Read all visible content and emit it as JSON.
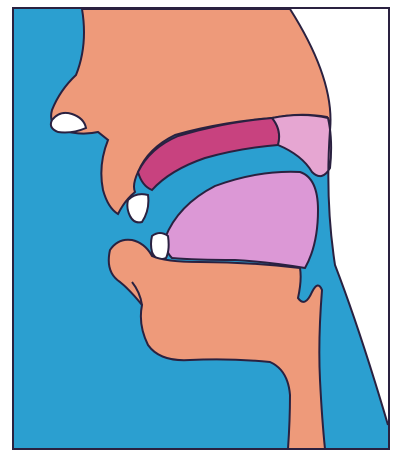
{
  "diagram": {
    "colors": {
      "background": "#ffffff",
      "airway_blue": "#2b9fd0",
      "skin": "#ee9a7a",
      "palate_magenta": "#c8427f",
      "velum_lilac": "#e6a6d2",
      "tongue_lilac": "#dc98d6",
      "teeth": "#ffffff",
      "outline": "#2a2140"
    },
    "parts": [
      "nose",
      "upper-lip",
      "hard-palate",
      "soft-palate",
      "upper-teeth",
      "lower-teeth",
      "tongue",
      "lower-lip",
      "chin",
      "throat",
      "pharynx",
      "oral-cavity"
    ]
  }
}
